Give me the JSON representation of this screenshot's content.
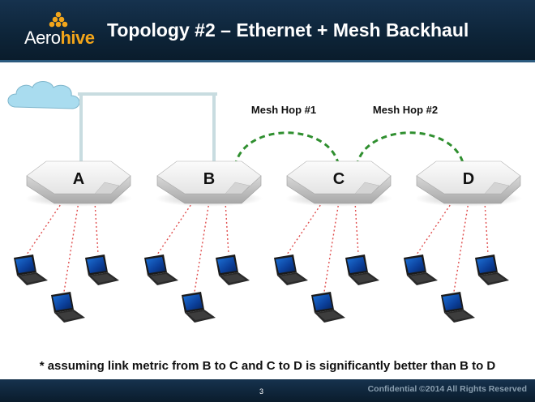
{
  "header": {
    "logo": {
      "prefix": "Aero",
      "suffix": "hive"
    },
    "title": "Topology #2 – Ethernet + Mesh Backhaul"
  },
  "diagram": {
    "access_points": [
      {
        "label": "A",
        "uplink": "ethernet"
      },
      {
        "label": "B",
        "uplink": "ethernet"
      },
      {
        "label": "C",
        "uplink": "mesh"
      },
      {
        "label": "D",
        "uplink": "mesh"
      }
    ],
    "mesh_hops": [
      {
        "label": "Mesh Hop #1",
        "from": "B",
        "to": "C"
      },
      {
        "label": "Mesh Hop #2",
        "from": "C",
        "to": "D"
      }
    ],
    "clients_per_ap": 3,
    "colors": {
      "ethernet": "#c8dce0",
      "mesh": "#2f8f2f",
      "wireless": "#e05050",
      "cloud": "#a9dcef"
    }
  },
  "footnote": "* assuming link metric from B to C and C to D is significantly better than B to D",
  "footer": {
    "page_number": "3",
    "confidential": "Confidential  ©2014 All Rights Reserved"
  }
}
